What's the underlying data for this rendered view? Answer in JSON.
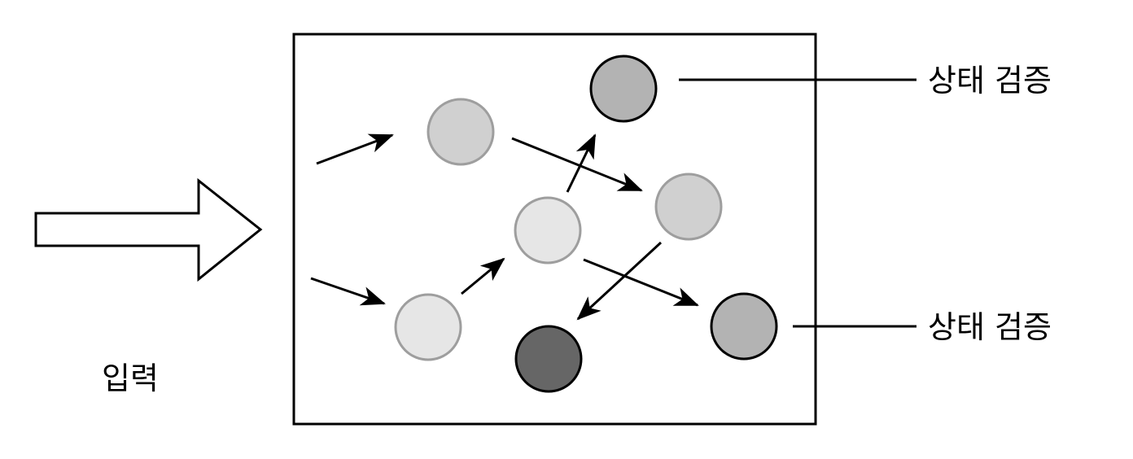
{
  "labels": {
    "input": "입력",
    "verify_top": "상태 검증",
    "verify_bottom": "상태 검증"
  },
  "colors": {
    "stroke": "#000000",
    "node_light": "#e6e6e6",
    "node_mid": "#d0d0d0",
    "node_dark": "#b3b3b3",
    "node_darkest": "#666666",
    "node_border_light": "#9e9e9e"
  }
}
